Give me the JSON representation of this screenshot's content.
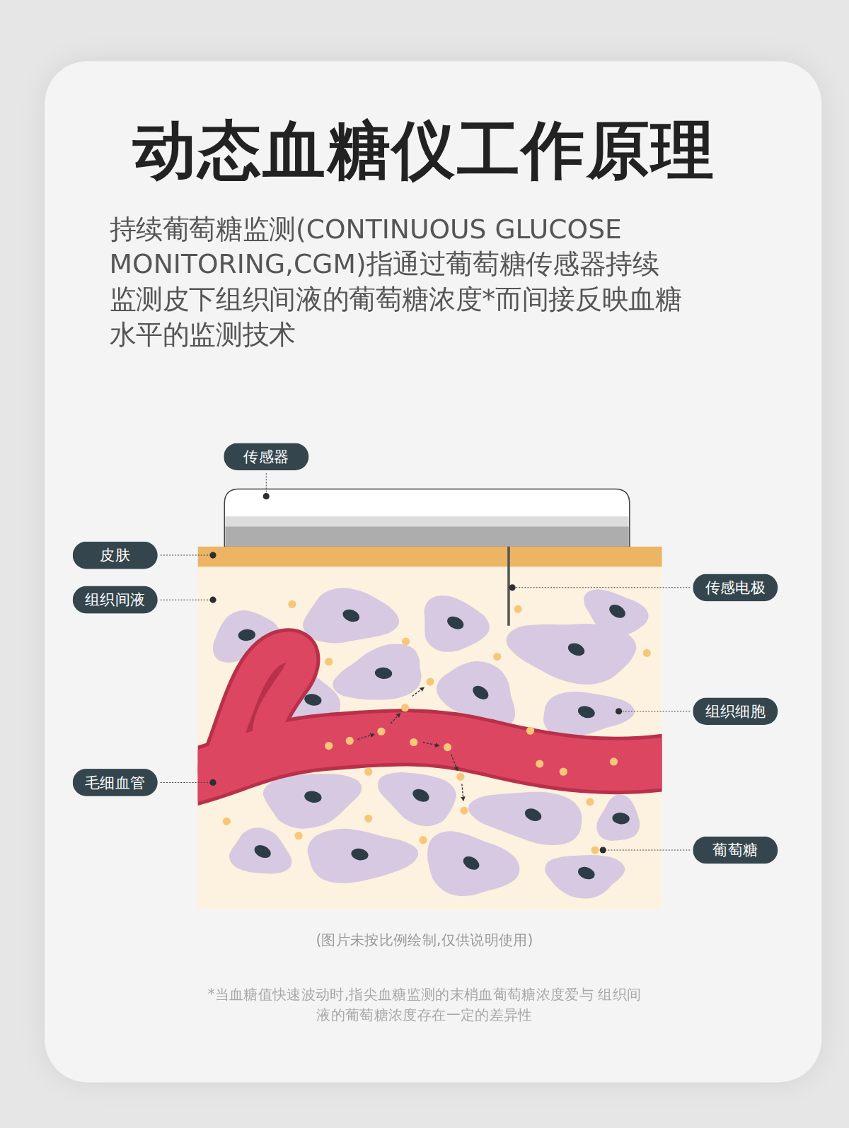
{
  "diagram": {
    "title": "动态血糖仪工作原理",
    "nodes": [
      {
        "text": [
          "传感器"
        ]
      },
      {
        "text": [
          "皮肤"
        ]
      },
      {
        "text": [
          "传感电极"
        ]
      },
      {
        "text": [
          "组织间液"
        ]
      },
      {
        "text": [
          "组织细胞"
        ]
      },
      {
        "text": [
          "毛细血管"
        ]
      },
      {
        "text": [
          "葡萄糖"
        ]
      }
    ],
    "labels": [
      "持续葡萄糖监测(CONTINUOUS GLUCOSE MONITORING,CGM)指通过葡萄糖传感器持续监测皮下组织间液的葡萄糖浓度*而间接反映血糖水平的监测技术",
      "(图片未按比例绘制,仅供说明使用)",
      "*当血糖值快速波动时,指尖血糖监测的末梢血葡萄糖浓度爱与 组织间液的葡萄糖浓度存在一定的差异性"
    ]
  }
}
